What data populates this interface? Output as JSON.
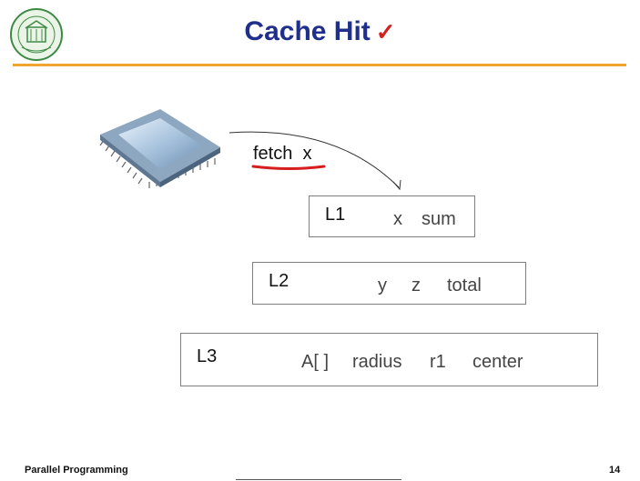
{
  "slide": {
    "title": "Cache Hit",
    "title_mark": "✓",
    "fetch_label": "fetch  x",
    "footer_left": "Parallel Programming",
    "page_number": "14",
    "colors": {
      "title": "#1f2f8c",
      "rule": "#f0a531",
      "annotation_red": "#d61e1e"
    }
  },
  "caches": [
    {
      "name": "L1",
      "items": [
        "x",
        "sum"
      ]
    },
    {
      "name": "L2",
      "items": [
        "y",
        "z",
        "total"
      ]
    },
    {
      "name": "L3",
      "items": [
        "A[ ]",
        "radius",
        "r1",
        "center"
      ]
    }
  ]
}
